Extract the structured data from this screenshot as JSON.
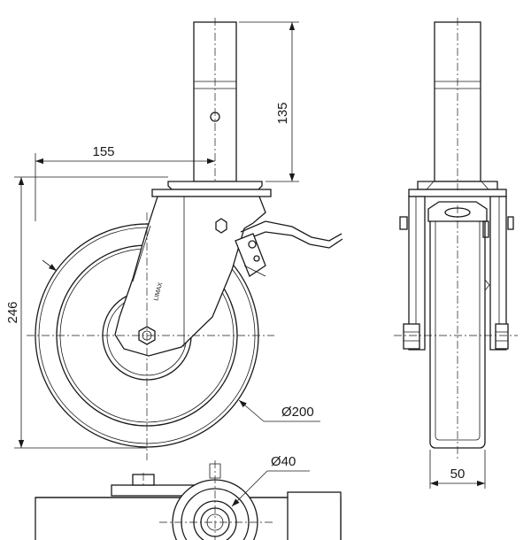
{
  "dimensions": {
    "stem_height": "135",
    "offset": "155",
    "overall_height": "246",
    "wheel_diameter": "Ø200",
    "stem_diameter": "Ø40",
    "wheel_width": "50"
  },
  "logo_text": "LIMAX"
}
